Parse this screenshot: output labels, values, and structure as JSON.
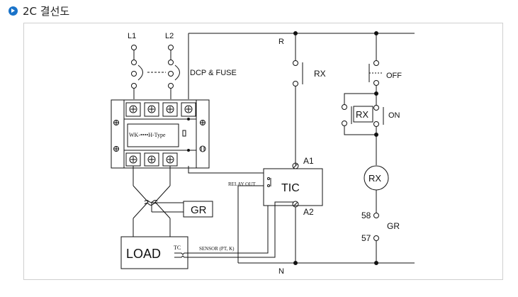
{
  "header": {
    "title": "2C 결선도"
  },
  "diagram": {
    "line_labels": {
      "l1": "L1",
      "l2": "L2",
      "r": "R",
      "n": "N"
    },
    "fuse_label": "DCP & FUSE",
    "ssr_label": "WK-••••H-Type",
    "gr_label": "GR",
    "load_label": "LOAD",
    "tc_label": "TC",
    "sensor_label": "SENSOR (PT, K)",
    "relay_out_label": "RELAY OUT",
    "tic_label": "TIC",
    "a1_label": "A1",
    "a2_label": "A2",
    "rx_contact_label": "RX",
    "off_label": "OFF",
    "rx_aux_label": "RX",
    "on_label": "ON",
    "rx_coil_label": "RX",
    "t58_label": "58",
    "t57_label": "57",
    "gr_right_label": "GR"
  }
}
